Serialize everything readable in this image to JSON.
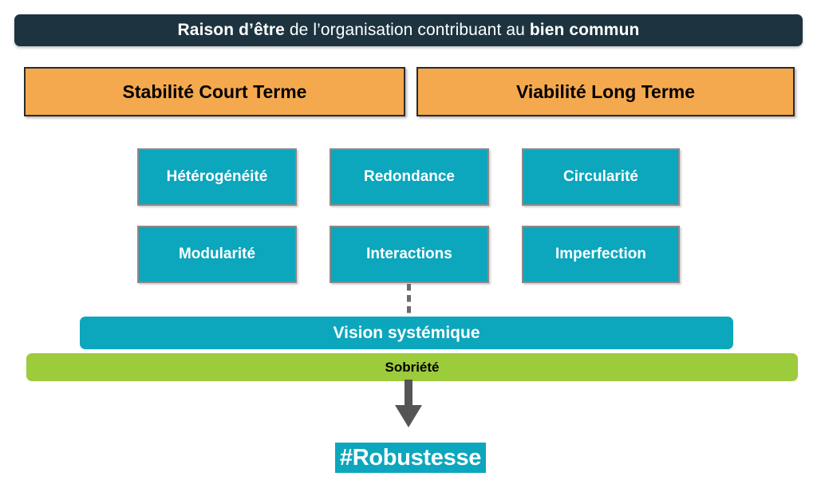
{
  "header": {
    "prefix_bold": "Raison d’être",
    "middle": " de l’organisation contribuant au ",
    "suffix_bold": "bien commun",
    "background_color": "#1d3440",
    "text_color": "#ffffff"
  },
  "pillars": {
    "color": "#f5a94e",
    "text_color": "#000000",
    "items": [
      {
        "label": "Stabilité Court Terme"
      },
      {
        "label": "Viabilité Long Terme"
      }
    ]
  },
  "principles": {
    "color": "#0ca6bd",
    "text_color": "#ffffff",
    "rows": [
      {
        "cells": [
          {
            "label": "Hétérogénéité"
          },
          {
            "label": "Redondance"
          },
          {
            "label": "Circularité"
          }
        ]
      },
      {
        "cells": [
          {
            "label": "Modularité"
          },
          {
            "label": "Interactions"
          },
          {
            "label": "Imperfection"
          }
        ]
      }
    ]
  },
  "vision": {
    "label": "Vision systémique",
    "color": "#0ca6bd",
    "text_color": "#ffffff"
  },
  "sobriete": {
    "label": "Sobriété",
    "color": "#9ccb3b",
    "text_color": "#000000"
  },
  "connectors": {
    "dashed_color": "#6b6b6b",
    "arrow_color": "#555555"
  },
  "outcome": {
    "label": "#Robustesse",
    "highlight_color": "#0ca6bd",
    "text_color": "#ffffff"
  }
}
